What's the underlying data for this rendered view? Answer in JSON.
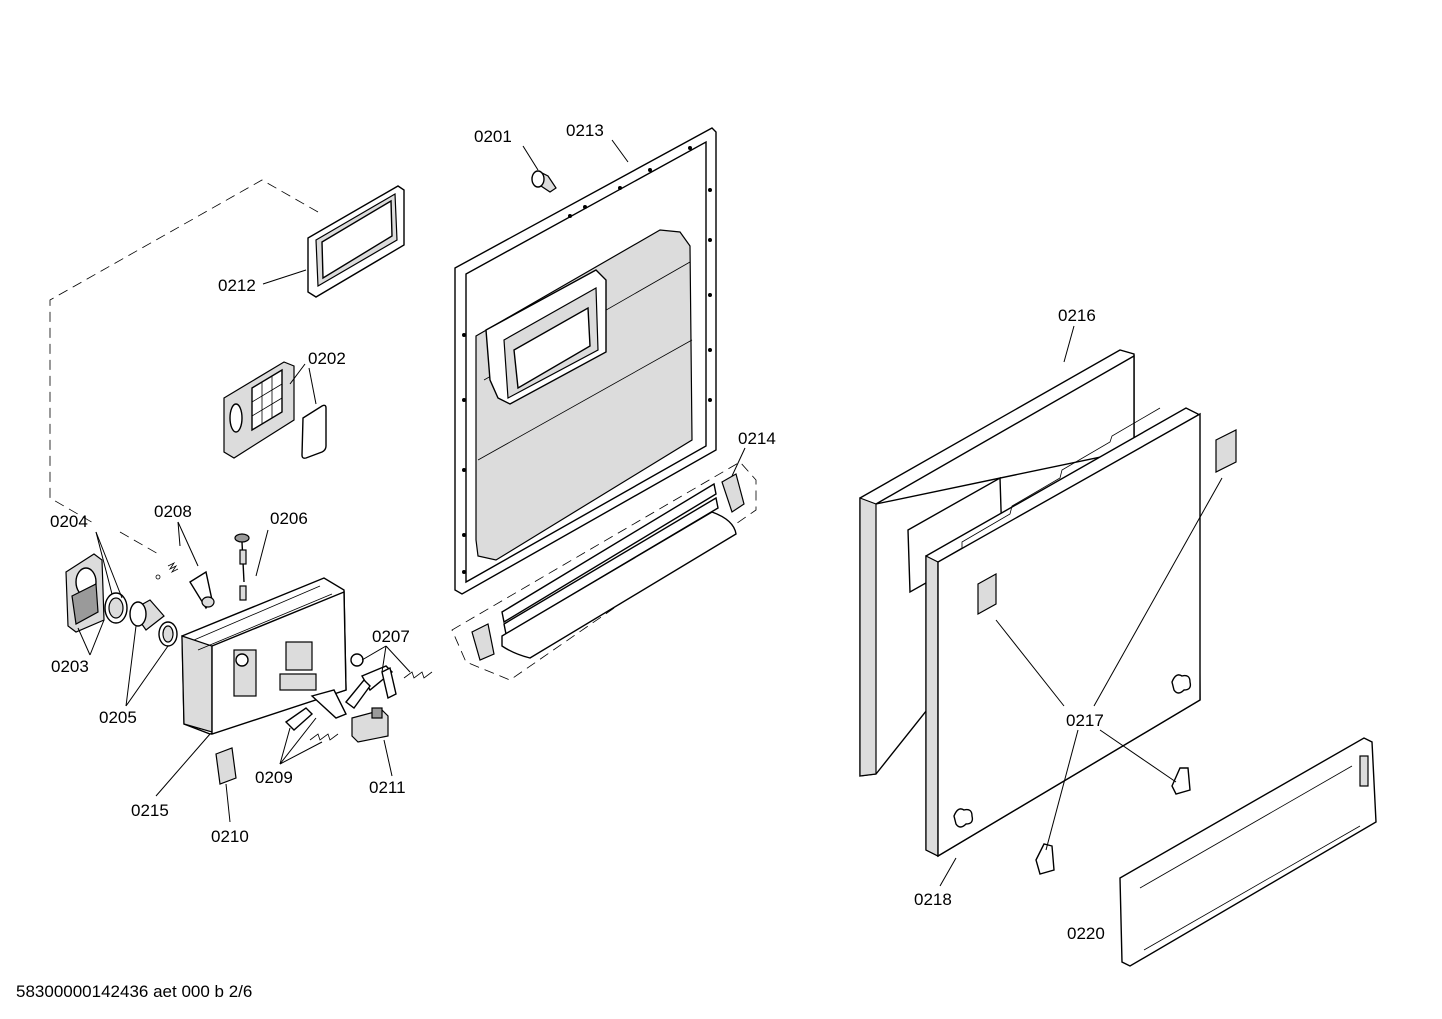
{
  "footer": "58300000142436 aet 000 b 2/6",
  "labels": {
    "p0201": "0201",
    "p0202": "0202",
    "p0203": "0203",
    "p0204": "0204",
    "p0205": "0205",
    "p0206": "0206",
    "p0207": "0207",
    "p0208": "0208",
    "p0209": "0209",
    "p0210": "0210",
    "p0211": "0211",
    "p0212": "0212",
    "p0213": "0213",
    "p0214": "0214",
    "p0215": "0215",
    "p0216": "0216",
    "p0217": "0217",
    "p0218": "0218",
    "p0220": "0220"
  }
}
